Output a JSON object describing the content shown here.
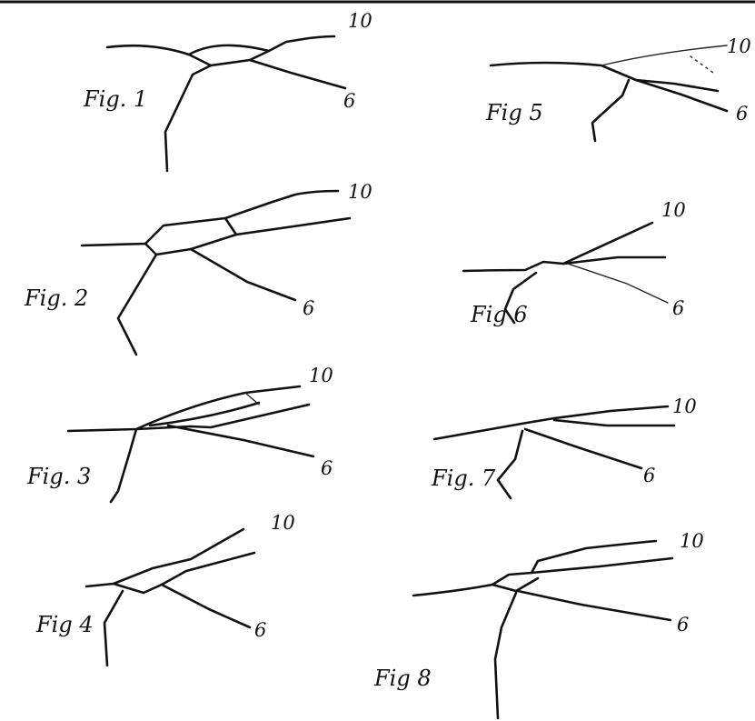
{
  "figures": [
    {
      "id": "fig1",
      "caption": "Fig. 1",
      "label_upper": "10",
      "label_lower": "6"
    },
    {
      "id": "fig2",
      "caption": "Fig. 2",
      "label_upper": "10",
      "label_lower": "6"
    },
    {
      "id": "fig3",
      "caption": "Fig. 3",
      "label_upper": "10",
      "label_lower": "6"
    },
    {
      "id": "fig4",
      "caption": "Fig 4",
      "label_upper": "10",
      "label_lower": "6"
    },
    {
      "id": "fig5",
      "caption": "Fig 5",
      "label_upper": "10",
      "label_lower": "6"
    },
    {
      "id": "fig6",
      "caption": "Fig 6",
      "label_upper": "10",
      "label_lower": "6"
    },
    {
      "id": "fig7",
      "caption": "Fig. 7",
      "label_upper": "10",
      "label_lower": "6"
    },
    {
      "id": "fig8",
      "caption": "Fig 8",
      "label_upper": "10",
      "label_lower": "6"
    }
  ]
}
